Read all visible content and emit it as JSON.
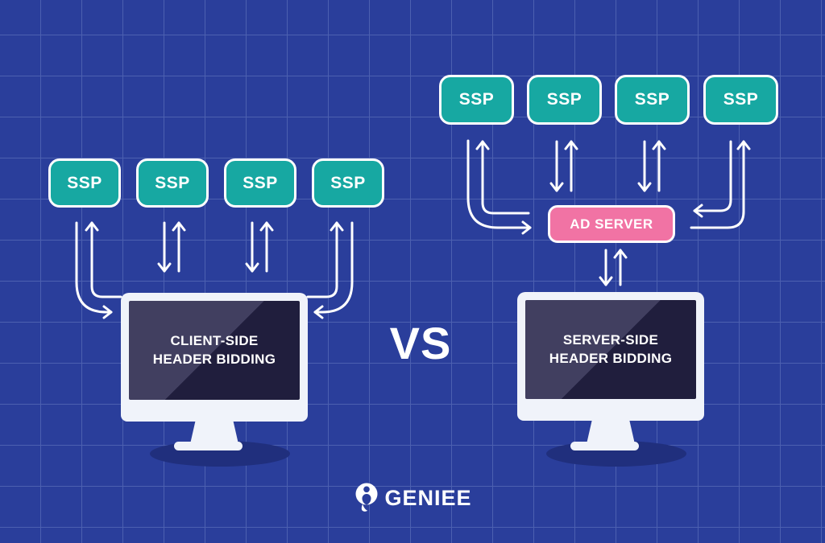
{
  "colors": {
    "background": "#2A3E9B",
    "grid_line": "#4C60B0",
    "ssp_teal": "#17A8A2",
    "ad_server_pink": "#F173A4",
    "screen_light": "#413F60",
    "screen_dark": "#201E3D",
    "monitor_frame": "#F0F3FA",
    "floor_shadow": "#202F7D",
    "arrow": "#FFFFFF",
    "text": "#FFFFFF"
  },
  "left_diagram": {
    "ssp_boxes": [
      "SSP",
      "SSP",
      "SSP",
      "SSP"
    ],
    "monitor_label_lines": [
      "CLIENT-SIDE",
      "HEADER BIDDING"
    ]
  },
  "vs_label": "VS",
  "right_diagram": {
    "ssp_boxes": [
      "SSP",
      "SSP",
      "SSP",
      "SSP"
    ],
    "ad_server_label": "AD SERVER",
    "monitor_label_lines": [
      "SERVER-SIDE",
      "HEADER BIDDING"
    ]
  },
  "footer": {
    "icon": "geniee-logo-icon",
    "brand": "GENIEE"
  }
}
